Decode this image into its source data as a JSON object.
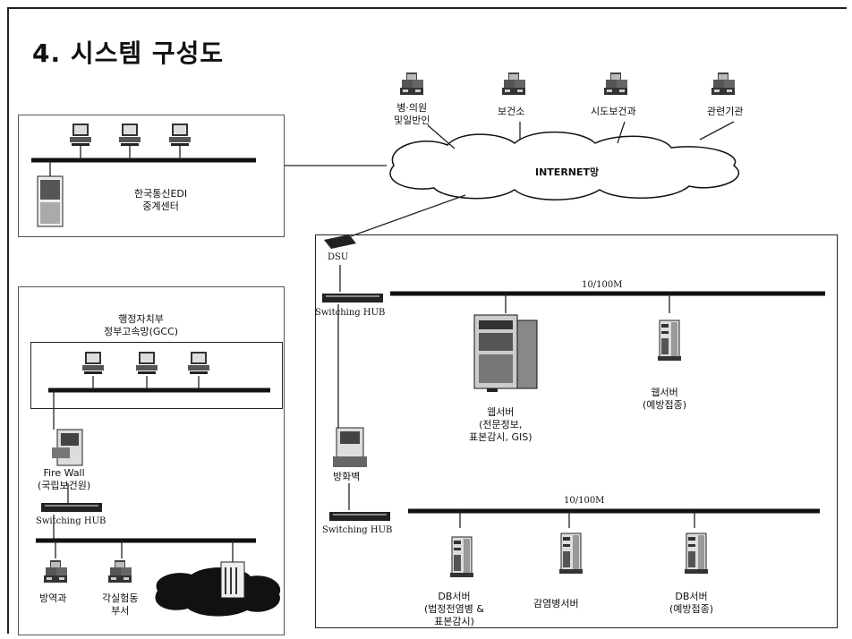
{
  "title": "4. 시스템 구성도",
  "network_cloud": "INTERNET망",
  "remote_sites": [
    {
      "label_line1": "병·의원",
      "label_line2": "및일반인"
    },
    {
      "label_line1": "보건소",
      "label_line2": ""
    },
    {
      "label_line1": "시도보건과",
      "label_line2": ""
    },
    {
      "label_line1": "관련기관",
      "label_line2": ""
    }
  ],
  "edi_center": {
    "line1": "한국통신EDI",
    "line2": "중계센터"
  },
  "gcc": {
    "line1": "행정자치부",
    "line2": "정부고속망(GCC)"
  },
  "firewall_left": {
    "line1": "Fire Wall",
    "line2": "(국립보건원)"
  },
  "switch_left": "Switching HUB",
  "departments": [
    {
      "line1": "방역과",
      "line2": ""
    },
    {
      "line1": "각실험동",
      "line2": "부서"
    }
  ],
  "dsu": "DSU",
  "switch_top": "Switching HUB",
  "speed_top": "10/100M",
  "web_server_1": {
    "line1": "웹서버",
    "line2": "(전문정보,",
    "line3": "표본감시, GIS)"
  },
  "web_server_2": {
    "line1": "웹서버",
    "line2": "(예방접종)"
  },
  "firewall_right": "방화벽",
  "switch_bottom": "Switching HUB",
  "speed_bottom": "10/100M",
  "db_server_1": {
    "line1": "DB서버",
    "line2": "(법정전염병 &",
    "line3": "표본감시)"
  },
  "infection_server": "감염병서버",
  "db_server_2": {
    "line1": "DB서버",
    "line2": "(예방접종)"
  }
}
